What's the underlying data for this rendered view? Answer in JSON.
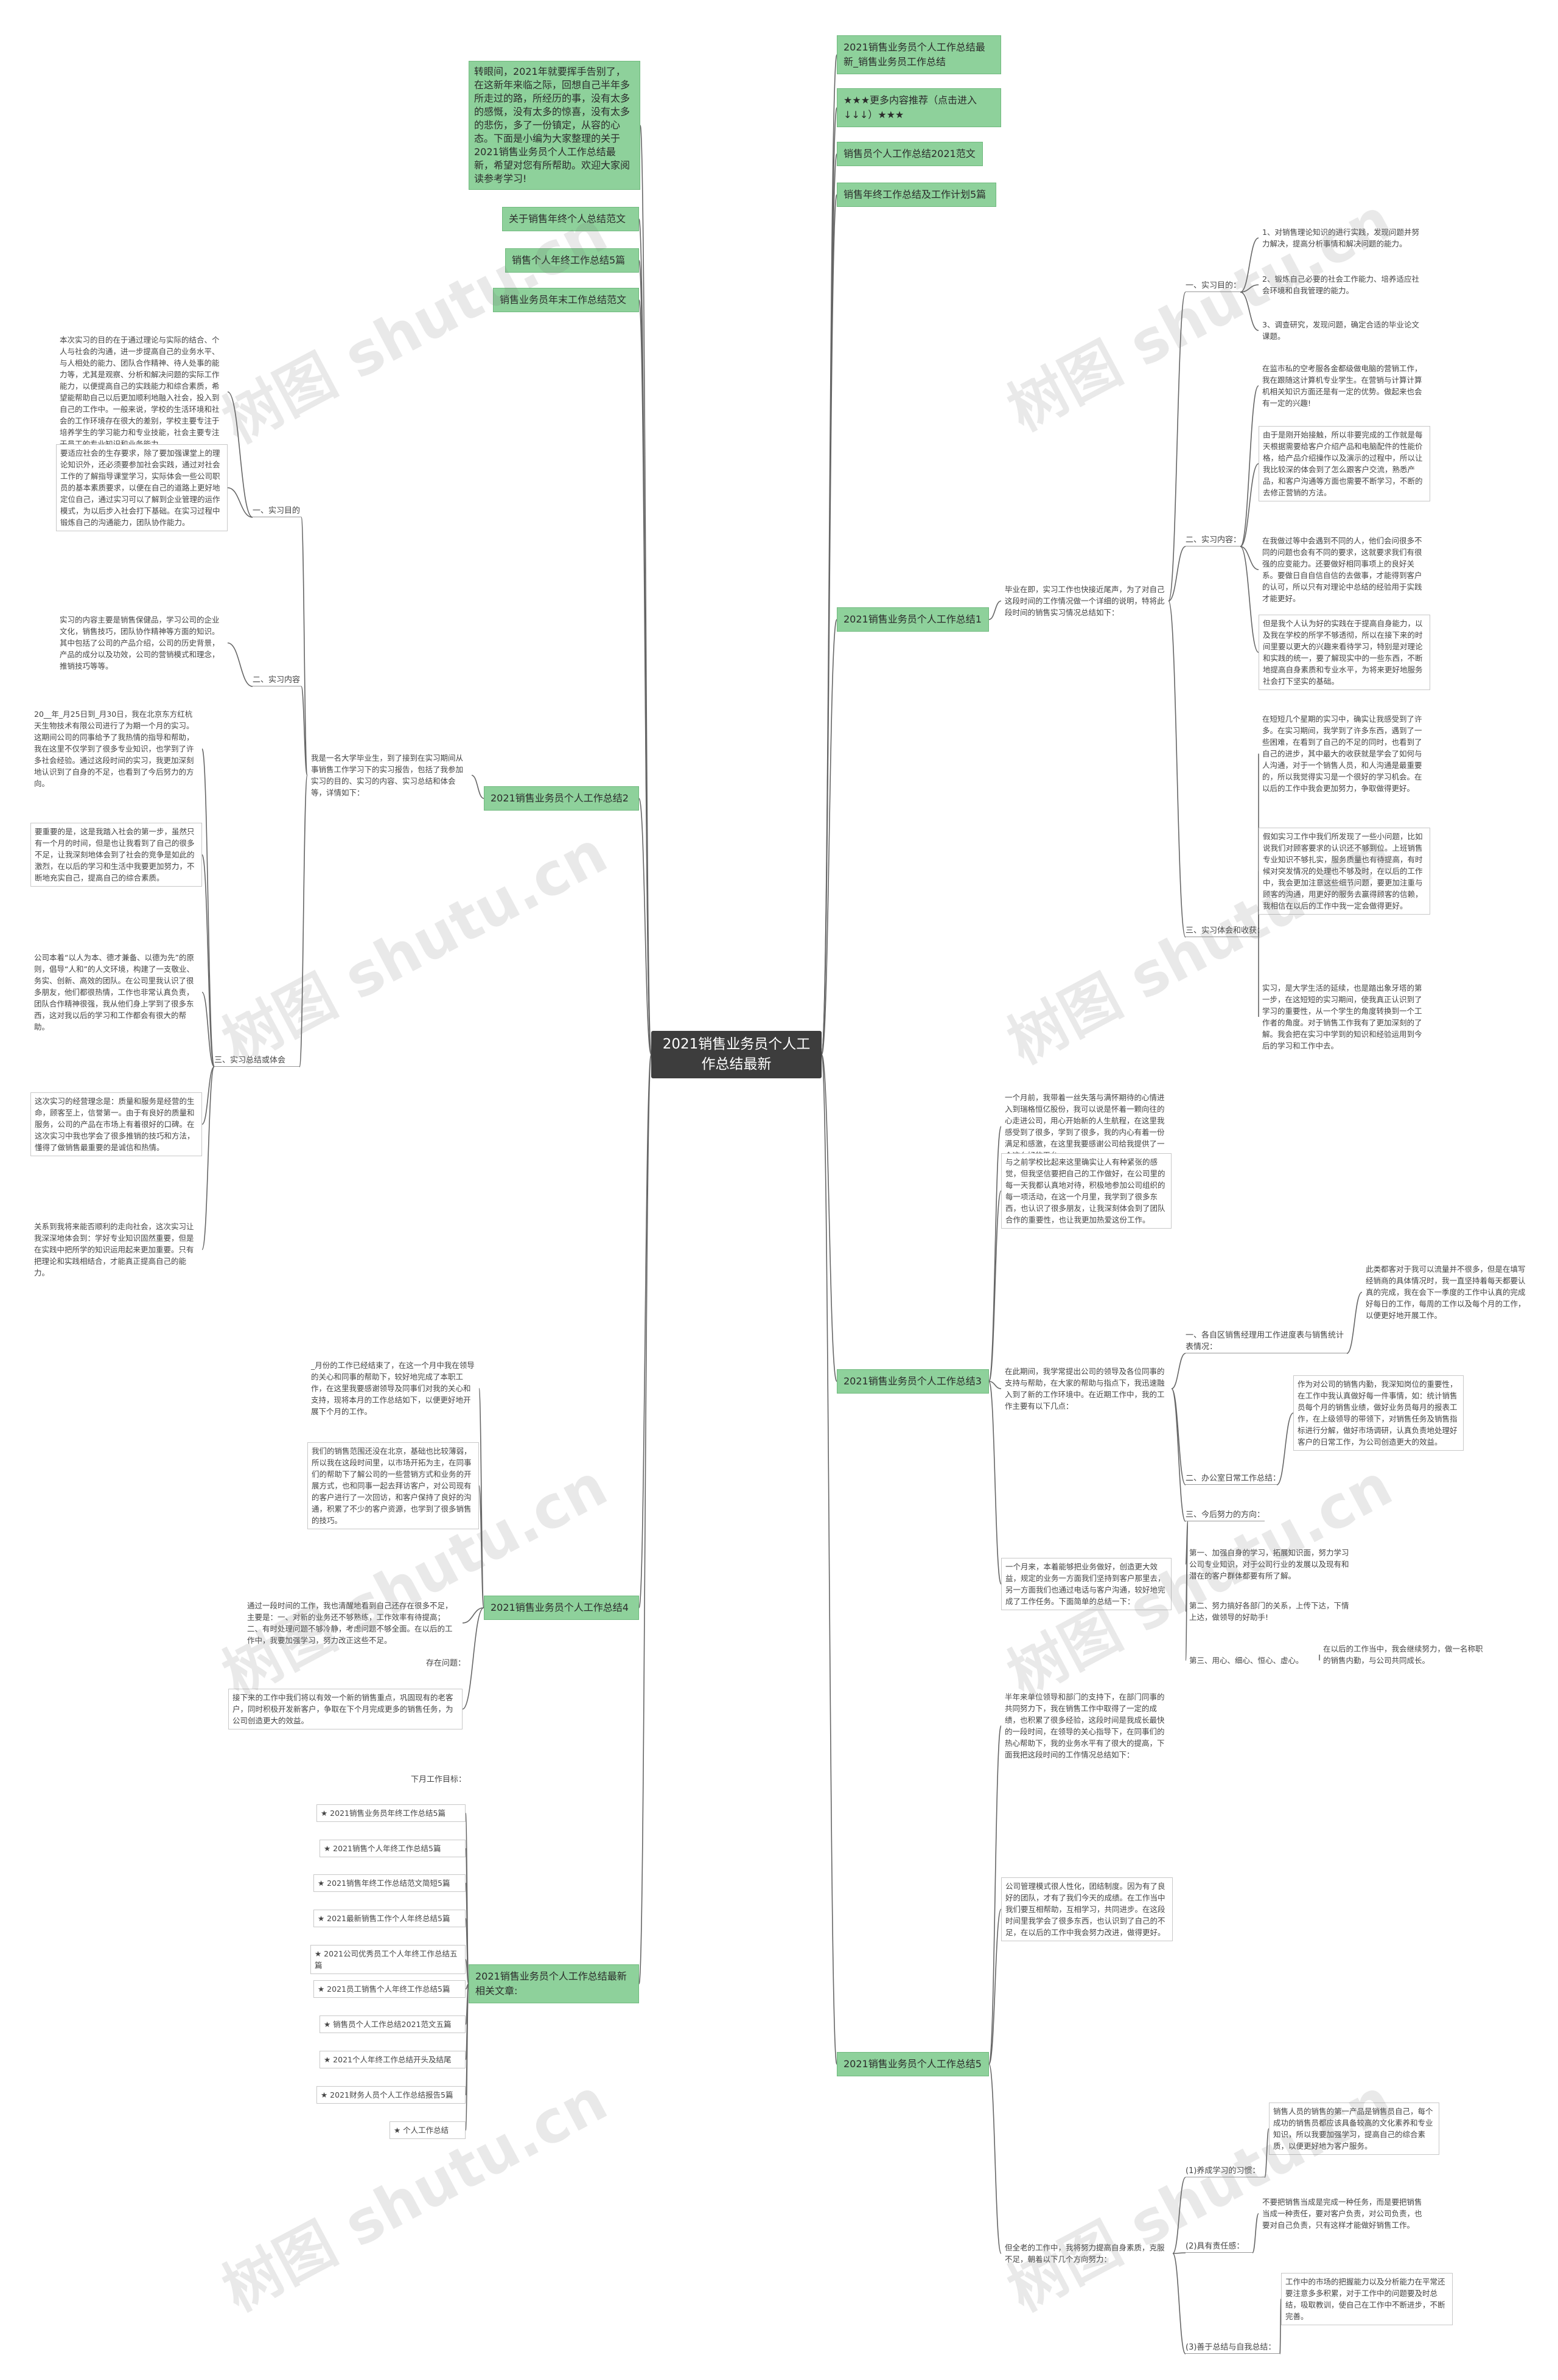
{
  "root": "2021销售业务员个人工作总结最新",
  "top_links": [
    "2021销售业务员个人工作总结最新_销售业务员工作总结",
    "★★★更多内容推荐（点击进入↓↓↓）★★★",
    "销售员个人工作总结2021范文",
    "销售年终工作总结及工作计划5篇"
  ],
  "intro_text": "转眼间，2021年就要挥手告别了，在这新年来临之际，回想自己半年多所走过的路，所经历的事，没有太多的感慨，没有太多的惊喜，没有太多的悲伤，多了一份镇定，从容的心态。下面是小编为大家整理的关于2021销售业务员个人工作总结最新，希望对您有所帮助。欢迎大家阅读参考学习!",
  "left_links": [
    "关于销售年终个人总结范文",
    "销售个人年终工作总结5篇",
    "销售业务员年末工作总结范文"
  ],
  "s1": {
    "title": "2021销售业务员个人工作总结1",
    "intro": "毕业在即，实习工作也快接近尾声，为了对自己这段时间的工作情况做一个详细的说明，特将此段时间的销售实习情况总结如下：",
    "sub1": {
      "label": "一、实习目的：",
      "items": [
        "1、对销售理论知识的进行实践，发现问题并努力解决，提高分析事情和解决问题的能力。",
        "2、锻炼自己必要的社会工作能力、培养适应社会环境和自我管理的能力。",
        "3、调查研究，发现问题，确定合适的毕业论文课题。"
      ]
    },
    "sub2": {
      "label": "二、实习内容：",
      "items": [
        "在监市私的空考服各金都级做电脑的营销工作，我在跟随这计算机专业学生。在营销与计算计算机相关知识方面还是有一定的优势。做起来也会有一定的兴趣!",
        "由于是刚开始接触，所以非要完成的工作就是每天根据需要给客户介绍产品和电脑配件的性能价格，给产品介绍操作以及演示的过程中，所以让我比较深的体会到了怎么跟客户交流，熟悉产品，和客户沟通等方面也需要不断学习，不断的去修正营销的方法。",
        "在我做过等中会遇到不同的人，他们会问很多不同的问题也会有不同的要求，这就要求我们有很强的应变能力。还要做好相同事项上的良好关系。要做日自自信自信的去做事，才能得到客户的认可，所以只有对理论中总结的经验用于实践才能更好。",
        "但是我个人认为好的实践在于提高自身能力，以及我在学校的所学不够透彻，所以在接下来的时间里要以更大的兴趣来看待学习，特别是对理论和实践的统一，要了解现实中的一些东西，不断地提高自身素质和专业水平，为将来更好地服务社会打下坚实的基础。"
      ]
    },
    "sub3": {
      "label": "三、实习体会和收获：",
      "items": [
        "在短短几个星期的实习中，确实让我感受到了许多。在实习期间，我学到了许多东西，遇到了一些困难，在看到了自己的不足的同时，也看到了自己的进步，其中最大的收获就是学会了如何与人沟通，对于一个销售人员，和人沟通是最重要的，所以我觉得实习是一个很好的学习机会。在以后的工作中我会更加努力，争取做得更好。",
        "假如实习工作中我们所发现了一些小问题，比如说我们对顾客要求的认识还不够到位。上班销售专业知识不够扎实，服务质量也有待提高，有时候对突发情况的处理也不够及时，在以后的工作中，我会更加注意这些细节问题，要更加注重与顾客的沟通，用更好的服务去赢得顾客的信赖，我相信在以后的工作中我一定会做得更好。",
        "实习，是大学生活的延续，也是踏出象牙塔的第一步，在这短短的实习期间，使我真正认识到了学习的重要性，从一个学生的角度转换到一个工作者的角度。对于销售工作我有了更加深刻的了解。我会把在实习中学到的知识和经验运用到今后的学习和工作中去。"
      ]
    }
  },
  "s2": {
    "title": "2021销售业务员个人工作总结2",
    "intro": "我是一名大学毕业生，到了接到在实习期间从事销售工作学习下的实习报告，包括了我参加实习的目的、实习的内容、实习总结和体会等，详情如下：",
    "sub1": {
      "label": "一、实习目的",
      "items": [
        "本次实习的目的在于通过理论与实际的结合、个人与社会的沟通，进一步提高自己的业务水平、与人相处的能力、团队合作精神、待人处事的能力等，尤其是观察、分析和解决问题的实际工作能力，以便提高自己的实践能力和综合素质，希望能帮助自己以后更加顺利地融入社会，投入到自己的工作中。一般来说，学校的生活环境和社会的工作环境存在很大的差别，学校主要专注于培养学生的学习能力和专业技能，社会主要专注于员工的专业知识和业务能力。",
        "要适应社会的生存要求，除了要加强课堂上的理论知识外，还必须要参加社会实践，通过对社会工作的了解指导课堂学习，实际体会一些公司职员的基本素质要求，以便在自己的道路上更好地定位自己，通过实习可以了解到企业管理的运作模式，为以后步入社会打下基础。在实习过程中锻炼自己的沟通能力，团队协作能力。"
      ]
    },
    "sub2": {
      "label": "二、实习内容",
      "items": [
        "实习的内容主要是销售保健品，学习公司的企业文化，销售技巧，团队协作精神等方面的知识。其中包括了公司的产品介绍，公司的历史背景，产品的成分以及功效，公司的营销模式和理念，推销技巧等等。"
      ]
    },
    "sub3": {
      "label": "三、实习总结或体会",
      "items": [
        "20__年_月25日到_月30日，我在北京东方红杭天生物技术有限公司进行了为期一个月的实习。这期间公司的同事给予了我热情的指导和帮助，我在这里不仅学到了很多专业知识，也学到了许多社会经验。通过这段时间的实习，我更加深刻地认识到了自身的不足，也看到了今后努力的方向。",
        "要重要的是，这是我踏入社会的第一步，虽然只有一个月的时间，但是也让我看到了自己的很多不足，让我深刻地体会到了社会的竞争是如此的激烈，在以后的学习和生活中我要更加努力，不断地充实自己，提高自己的综合素质。",
        "公司本着“以人为本、德才兼备、以德为先”的原则，倡导“人和”的人文环境，构建了一支敬业、务实、创新、高效的团队。在公司里我认识了很多朋友，他们都很热情，工作也非常认真负责，团队合作精神很强，我从他们身上学到了很多东西，这对我以后的学习和工作都会有很大的帮助。",
        "这次实习的经营理念是：质量和服务是经营的生命，顾客至上，信誉第一。由于有良好的质量和服务，公司的产品在市场上有着很好的口碑。在这次实习中我也学会了很多推销的技巧和方法，懂得了做销售最重要的是诚信和热情。",
        "关系到我将来能否顺利的走向社会，这次实习让我深深地体会到：学好专业知识固然重要，但是在实践中把所学的知识运用起来更加重要。只有把理论和实践相结合，才能真正提高自己的能力。"
      ]
    }
  },
  "s3": {
    "title": "2021销售业务员个人工作总结3",
    "intro1": "一个月前，我带着一丝失落与满怀期待的心情进入到瑞格恒亿股份，我可以说是怀着一颗向往的心走进公司，用心开始新的人生航程，在这里我感受到了很多，学到了很多，我的内心有着一份满足和感激，在这里我要感谢公司给我提供了一个这么好的平台。",
    "intro2": "与之前学校比起来这里确实让人有种紧张的感觉，但我坚信要把自己的工作做好，在公司里的每一天我都认真地对待，积极地参加公司组织的每一项活动，在这一个月里，我学到了很多东西，也认识了很多朋友，让我深刻体会到了团队合作的重要性，也让我更加热爱这份工作。",
    "intro3": "在此期间，我学常提出公司的领导及各位同事的支持与帮助，在大家的帮助与指点下，我迅速融入到了新的工作环境中。在近期工作中，我的工作主要有以下几点：",
    "intro4": "一个月来，本着能够把业务做好，创造更大效益，规定的业务一方面我们坚持到客户那里去，另一方面我们也通过电话与客户沟通，较好地完成了工作任务。下面简单的总结一下：",
    "sub1": {
      "label": "一、各自区销售经理用工作进度表与销售统计表情况：",
      "text": "此类都客对于我可以流量并不很多，但是在填写经销商的具体情况时，我一直坚持着每天都要认真的完成，我在会下一季度的工作中认真的完成好每日的工作，每周的工作以及每个月的工作，以便更好地开展工作。"
    },
    "sub2": {
      "label": "二、办公室日常工作总结：",
      "text": "作为对公司的销售内勤，我深知岗位的重要性，在工作中我认真做好每一件事情，如：统计销售员每个月的销售业绩，做好业务员每月的报表工作，在上级领导的带领下，对销售任务及销售指标进行分解，做好市场调研，认真负责地处理好客户的日常工作，为公司创造更大的效益。"
    },
    "sub3": {
      "label": "三、今后努力的方向：",
      "items": [
        {
          "head": "第一、加强自身的学习，拓展知识面，努力学习公司专业知识，对于公司行业的发展以及现有和潜在的客户群体都要有所了解。",
          "tail": ""
        },
        {
          "head": "第二、努力搞好各部门的关系，上传下达，下情上达，做领导的好助手!",
          "tail": ""
        },
        {
          "head": "第三、用心、细心、恒心、虚心。",
          "tail": "在以后的工作当中，我会继续努力，做一名称职的销售内勤，与公司共同成长。"
        }
      ]
    }
  },
  "s4": {
    "title": "2021销售业务员个人工作总结4",
    "items": [
      "_月份的工作已经结束了，在这一个月中我在领导的关心和同事的帮助下，较好地完成了本职工作，在这里我要感谢领导及同事们对我的关心和支持，现将本月的工作总结如下，以便更好地开展下个月的工作。",
      "我们的销售范围还没在北京，基础也比较薄弱，所以我在这段时间里，以市场开拓为主，在同事们的帮助下了解公司的一些营销方式和业务的开展方式，也和同事一起去拜访客户，对公司现有的客户进行了一次回访，和客户保持了良好的沟通，积累了不少的客户资源，也学到了很多销售的技巧。",
      "通过一段时间的工作，我也清醒地看到自己还存在很多不足，主要是：一、对新的业务还不够熟练，工作效率有待提高；二、有时处理问题不够冷静，考虑问题不够全面。在以后的工作中，我要加强学习，努力改正这些不足。",
      "接下来的工作中我们将以有效一个新的销售重点，巩固现有的老客户，同时积极开发新客户，争取在下个月完成更多的销售任务，为公司创造更大的效益。"
    ],
    "sig": "存在问题：",
    "plan": "下月工作目标："
  },
  "s5": {
    "title": "2021销售业务员个人工作总结5",
    "intro1": "半年来单位领导和部门的支持下，在部门同事的共同努力下，我在销售工作中取得了一定的成绩，也积累了很多经验，这段时间是我成长最快的一段时间，在领导的关心指导下，在同事们的热心帮助下，我的业务水平有了很大的提高，下面我把这段时间的工作情况总结如下：",
    "intro2": "公司管理模式很人性化，团结制度。因为有了良好的团队，才有了我们今天的成绩。在工作当中我们要互相帮助，互相学习，共同进步。在这段时间里我学会了很多东西，也认识到了自己的不足，在以后的工作中我会努力改进，做得更好。",
    "intro3": "但全老的工作中，我将努力提高自身素质，克服不足，朝着以下几个方向努力：",
    "subs": [
      {
        "label": "(1)养成学习的习惯：",
        "text": "销售人员的销售的第一产品是销售员自己，每个成功的销售员都应该具备较高的文化素养和专业知识，所以我要加强学习，提高自己的综合素质，以便更好地为客户服务。"
      },
      {
        "label": "(2)具有责任感：",
        "text": "不要把销售当成是完成一种任务，而是要把销售当成一种责任，要对客户负责，对公司负责，也要对自己负责，只有这样才能做好销售工作。"
      },
      {
        "label": "(3)善于总结与自我总结：",
        "text": "工作中的市场的把握能力以及分析能力在平常还要注意多多积累，对于工作中的问题要及时总结，吸取教训，使自己在工作中不断进步，不断完善。"
      }
    ]
  },
  "s6": {
    "title": "2021销售业务员个人工作总结最新相关文章:",
    "items": [
      "★ 2021销售业务员年终工作总结5篇",
      "★ 2021销售个人年终工作总结5篇",
      "★ 2021销售年终工作总结范文简短5篇",
      "★ 2021最新销售工作个人年终总结5篇",
      "★ 2021公司优秀员工个人年终工作总结五篇",
      "★ 2021员工销售个人年终工作总结5篇",
      "★ 销售员个人工作总结2021范文五篇",
      "★ 2021个人年终工作总结开头及结尾",
      "★ 2021财务人员个人工作总结报告5篇",
      "★ 个人工作总结"
    ]
  },
  "watermark": "树图 shutu.cn"
}
